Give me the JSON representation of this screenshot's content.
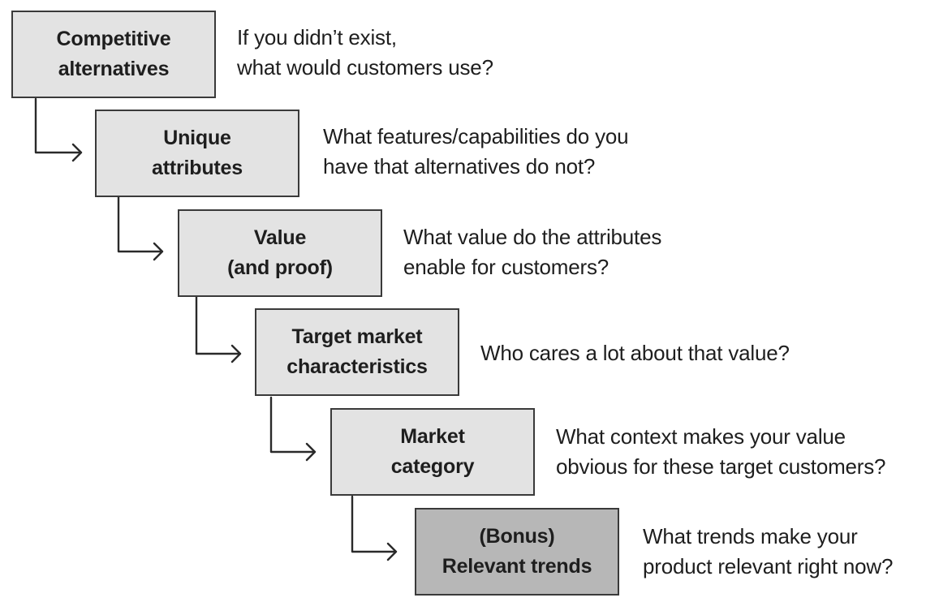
{
  "steps": [
    {
      "title": [
        "Competitive",
        "alternatives"
      ],
      "question": [
        "If you didn’t exist,",
        "what would customers use?"
      ]
    },
    {
      "title": [
        "Unique",
        "attributes"
      ],
      "question": [
        "What features/capabilities do you",
        "have that alternatives do not?"
      ]
    },
    {
      "title": [
        "Value",
        "(and proof)"
      ],
      "question": [
        "What value do the attributes",
        "enable for customers?"
      ]
    },
    {
      "title": [
        "Target market",
        "characteristics"
      ],
      "question": [
        "Who cares a lot about that value?"
      ]
    },
    {
      "title": [
        "Market",
        "category"
      ],
      "question": [
        "What context makes your value",
        "obvious for these target customers?"
      ]
    },
    {
      "title": [
        "(Bonus)",
        "Relevant trends"
      ],
      "question": [
        "What trends make your",
        "product relevant right now?"
      ]
    }
  ],
  "colors": {
    "box_fill": "#e3e3e3",
    "bonus_fill": "#b7b7b7",
    "stroke": "#3a3a3a",
    "text": "#1e1e1e"
  }
}
